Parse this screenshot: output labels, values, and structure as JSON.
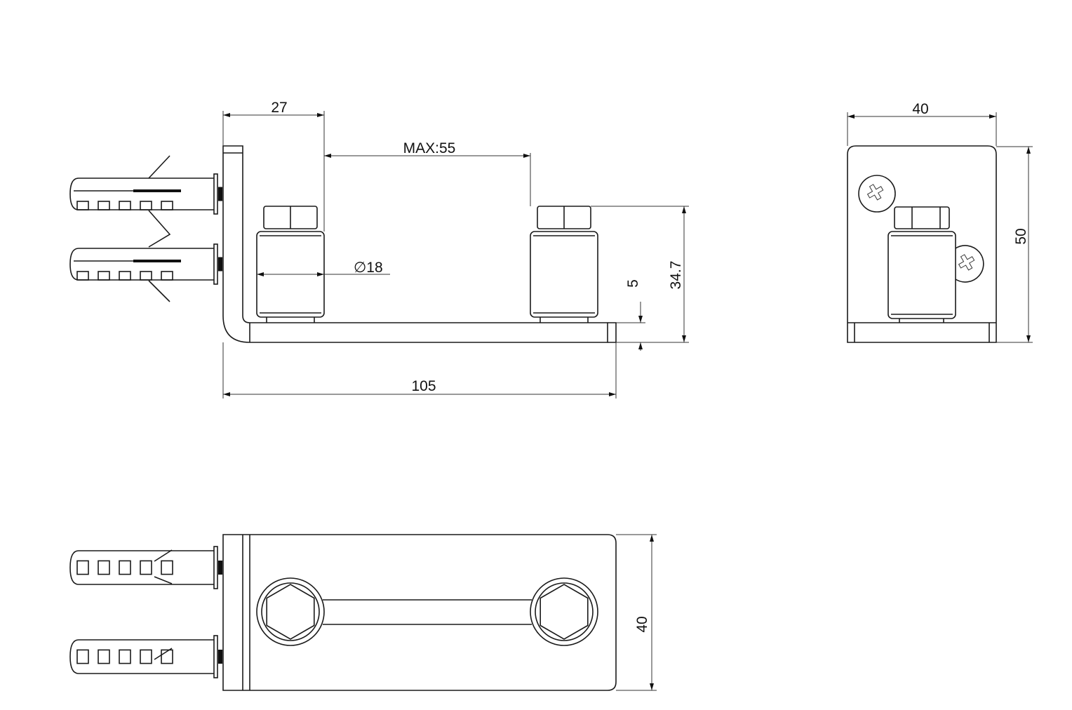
{
  "front_view": {
    "dim_27": "27",
    "dim_max55": "MAX:55",
    "dim_dia18": "∅18",
    "dim_5": "5",
    "dim_34_7": "34.7",
    "dim_105": "105"
  },
  "side_view": {
    "dim_40": "40",
    "dim_50": "50"
  },
  "bottom_view": {
    "dim_40": "40"
  },
  "colors": {
    "line": "#1a1a1a",
    "background": "#ffffff"
  }
}
